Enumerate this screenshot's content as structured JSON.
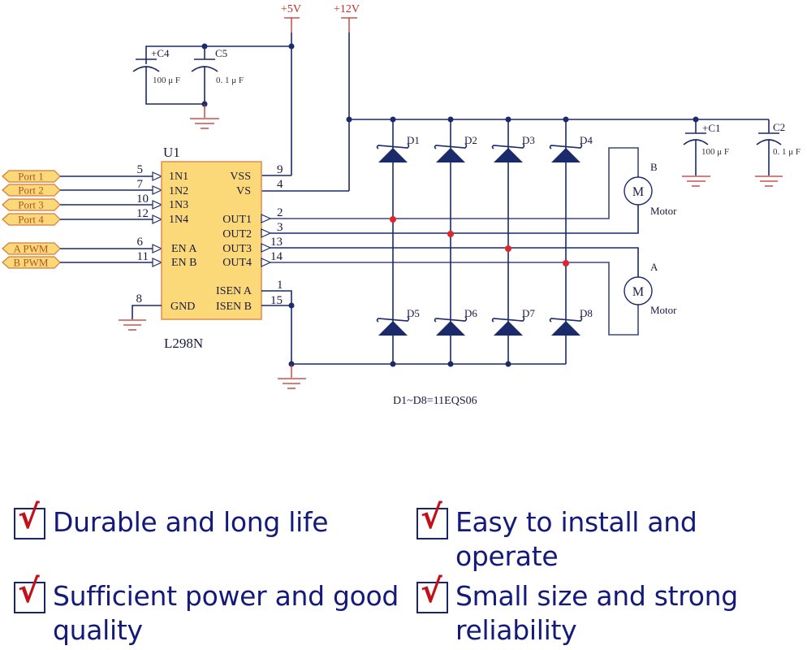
{
  "schematic": {
    "power_rails": {
      "v5": "+5V",
      "v12": "+12V"
    },
    "chip": {
      "ref": "U1",
      "part": "L298N",
      "left_pins": [
        {
          "num": "5",
          "name": "1N1"
        },
        {
          "num": "7",
          "name": "1N2"
        },
        {
          "num": "10",
          "name": "1N3"
        },
        {
          "num": "12",
          "name": "1N4"
        },
        {
          "num": "6",
          "name": "EN A"
        },
        {
          "num": "11",
          "name": "EN B"
        },
        {
          "num": "8",
          "name": "GND"
        }
      ],
      "right_pins": [
        {
          "num": "9",
          "name": "VSS"
        },
        {
          "num": "4",
          "name": "VS"
        },
        {
          "num": "2",
          "name": "OUT1"
        },
        {
          "num": "3",
          "name": "OUT2"
        },
        {
          "num": "13",
          "name": "OUT3"
        },
        {
          "num": "14",
          "name": "OUT4"
        },
        {
          "num": "1",
          "name": "ISEN A"
        },
        {
          "num": "15",
          "name": "ISEN B"
        }
      ]
    },
    "ports": [
      "Port 1",
      "Port 2",
      "Port 3",
      "Port 4",
      "A PWM",
      "B PWM"
    ],
    "capacitors": [
      {
        "ref": "+C4",
        "value": "100 μ F"
      },
      {
        "ref": "C5",
        "value": "0. 1 μ F"
      },
      {
        "ref": "+C1",
        "value": "100 μ F"
      },
      {
        "ref": "C2",
        "value": "0. 1 μ F"
      }
    ],
    "diodes": [
      "D1",
      "D2",
      "D3",
      "D4",
      "D5",
      "D6",
      "D7",
      "D8"
    ],
    "diode_note": "D1~D8=11EQS06",
    "motors": [
      {
        "id": "B",
        "symbol": "M",
        "label": "Motor"
      },
      {
        "id": "A",
        "symbol": "M",
        "label": "Motor"
      }
    ]
  },
  "features": [
    {
      "check": "√",
      "text": "Durable and long life"
    },
    {
      "check": "√",
      "text": "Easy to install and operate"
    },
    {
      "check": "√",
      "text": "Sufficient power and good quality"
    },
    {
      "check": "√",
      "text": "Small size and strong reliability"
    }
  ],
  "colors": {
    "wire": "#1a2a6b",
    "power_wire": "#c0302a",
    "junction_red": "#e0262a",
    "chip_fill": "#fbd878",
    "check_red": "#c1121c",
    "feature_text": "#141a7a"
  }
}
